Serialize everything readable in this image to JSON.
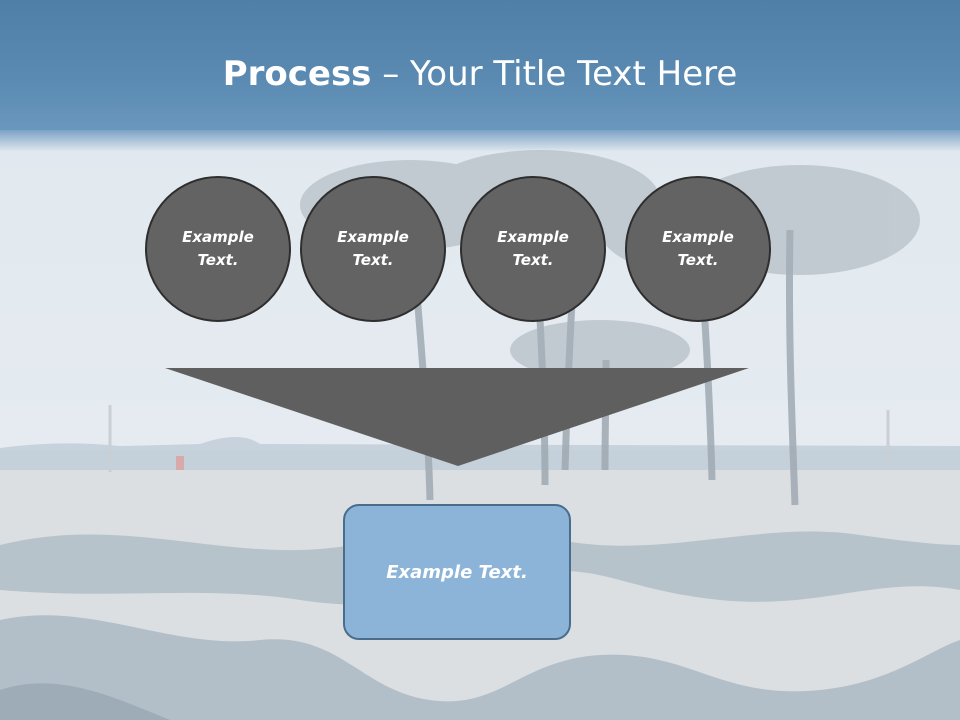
{
  "slide": {
    "title_bold": "Process",
    "title_rest": " – Your Title Text Here"
  },
  "circles": [
    {
      "text": "Example Text."
    },
    {
      "text": "Example Text."
    },
    {
      "text": "Example Text."
    },
    {
      "text": "Example Text."
    }
  ],
  "result": {
    "text": "Example Text."
  },
  "colors": {
    "title_band": "#5a8ab2",
    "circle_fill": "#636363",
    "funnel_fill": "#5f5f5f",
    "result_fill": "#8cb3d8"
  }
}
